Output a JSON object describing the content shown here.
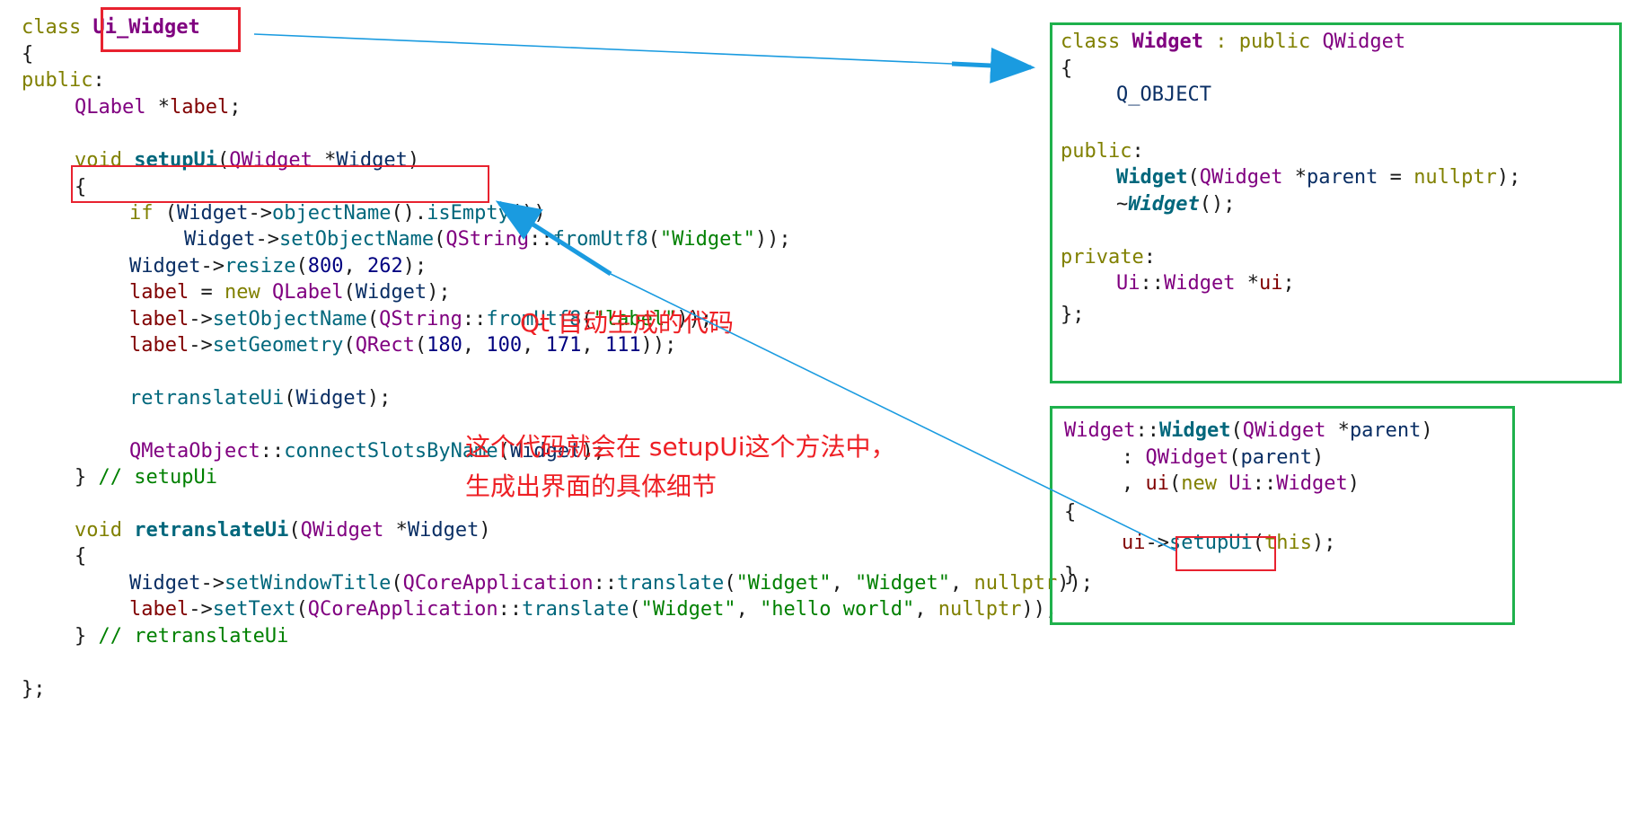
{
  "left_code": {
    "l1": {
      "kw": "class ",
      "cls": "Ui_Widget"
    },
    "l2": {
      "plain": "{"
    },
    "l3": {
      "kw": "public",
      "plain": ":"
    },
    "l4": {
      "ty": "QLabel",
      "plain1": " *",
      "mem": "label",
      "plain2": ";"
    },
    "l6": {
      "kw": "void ",
      "bfn": "setupUi",
      "p1": "(",
      "ty": "QWidget",
      "p2": " *",
      "var": "Widget",
      "p3": ")"
    },
    "l7": {
      "plain": "{"
    },
    "l8": {
      "kw": "if",
      "p1": " (",
      "var": "Widget",
      "p2": "->",
      "fn1": "objectName",
      "p3": "().",
      "fn2": "isEmpty",
      "p4": "())"
    },
    "l9": {
      "var": "Widget",
      "p1": "->",
      "fn": "setObjectName",
      "p2": "(",
      "ty": "QString",
      "p3": "::",
      "fn2": "fromUtf8",
      "p4": "(",
      "str": "\"Widget\"",
      "p5": "));"
    },
    "l10": {
      "var": "Widget",
      "p1": "->",
      "fn": "resize",
      "p2": "(",
      "n1": "800",
      "p3": ", ",
      "n2": "262",
      "p4": ");"
    },
    "l11": {
      "mem": "label",
      "p1": " = ",
      "kw": "new ",
      "ty": "QLabel",
      "p2": "(",
      "var": "Widget",
      "p3": ");"
    },
    "l12": {
      "mem": "label",
      "p1": "->",
      "fn": "setObjectName",
      "p2": "(",
      "ty": "QString",
      "p3": "::",
      "fn2": "fromUtf8",
      "p4": "(",
      "str": "\"label\"",
      "p5": "));"
    },
    "l13": {
      "mem": "label",
      "p1": "->",
      "fn": "setGeometry",
      "p2": "(",
      "ty": "QRect",
      "p3": "(",
      "n1": "180",
      "c1": ", ",
      "n2": "100",
      "c2": ", ",
      "n3": "171",
      "c3": ", ",
      "n4": "111",
      "p4": "));"
    },
    "l15": {
      "fn": "retranslateUi",
      "p1": "(",
      "var": "Widget",
      "p2": ");"
    },
    "l17": {
      "ty": "QMetaObject",
      "p1": "::",
      "fn": "connectSlotsByName",
      "p2": "(",
      "var": "Widget",
      "p3": ");"
    },
    "l18": {
      "plain": "} ",
      "cm": "// setupUi"
    },
    "l20": {
      "kw": "void ",
      "bfn": "retranslateUi",
      "p1": "(",
      "ty": "QWidget",
      "p2": " *",
      "var": "Widget",
      "p3": ")"
    },
    "l21": {
      "plain": "{"
    },
    "l22": {
      "var": "Widget",
      "p1": "->",
      "fn": "setWindowTitle",
      "p2": "(",
      "ty": "QCoreApplication",
      "p3": "::",
      "fn2": "translate",
      "p4": "(",
      "s1": "\"Widget\"",
      "c1": ", ",
      "s2": "\"Widget\"",
      "c2": ", ",
      "kw": "nullptr",
      "p5": "));"
    },
    "l23": {
      "mem": "label",
      "p1": "->",
      "fn": "setText",
      "p2": "(",
      "ty": "QCoreApplication",
      "p3": "::",
      "fn2": "translate",
      "p4": "(",
      "s1": "\"Widget\"",
      "c1": ", ",
      "s2": "\"hello world\"",
      "c2": ", ",
      "kw": "nullptr",
      "p5": "));"
    },
    "l24": {
      "plain": "} ",
      "cm": "// retranslateUi"
    },
    "l26": {
      "plain": "};"
    }
  },
  "right_code_1": {
    "l1": {
      "kw1": "class ",
      "cls": "Widget",
      "p1": " : ",
      "kw2": "public ",
      "ty": "QWidget"
    },
    "l2": {
      "plain": "{"
    },
    "l3": {
      "var": "Q_OBJECT"
    },
    "l5": {
      "kw": "public",
      "plain": ":"
    },
    "l6": {
      "bfn": "Widget",
      "p1": "(",
      "ty": "QWidget",
      "p2": " *",
      "var": "parent",
      "p3": " = ",
      "kw": "nullptr",
      "p4": ");"
    },
    "l7": {
      "p1": "~",
      "itf": "Widget",
      "p2": "();"
    },
    "l9": {
      "kw": "private",
      "plain": ":"
    },
    "l10": {
      "ty1": "Ui",
      "p1": "::",
      "ty2": "Widget",
      "p2": " *",
      "mem": "ui",
      "p3": ";"
    },
    "l11": {
      "plain": "};"
    }
  },
  "right_code_2": {
    "l1": {
      "ty1": "Widget",
      "p1": "::",
      "bfn": "Widget",
      "p2": "(",
      "ty2": "QWidget",
      "p3": " *",
      "var": "parent",
      "p4": ")"
    },
    "l2": {
      "p1": ": ",
      "ty": "QWidget",
      "p2": "(",
      "var": "parent",
      "p3": ")"
    },
    "l3": {
      "p1": ", ",
      "mem": "ui",
      "p2": "(",
      "kw": "new ",
      "ty1": "Ui",
      "p3": "::",
      "ty2": "Widget",
      "p4": ")"
    },
    "l4": {
      "plain": "{"
    },
    "l5": {
      "mem": "ui",
      "p1": "->",
      "fn": "setupUi",
      "p2": "(",
      "kw": "this",
      "p3": ");"
    },
    "l6": {
      "plain": "}"
    }
  },
  "annotations": {
    "auto_generated": "Qt 自动生成的代码",
    "explain_line1": "这个代码就会在 setupUi这个方法中，",
    "explain_line2": "生成出界面的具体细节"
  },
  "colors": {
    "keyword": "#808000",
    "type": "#800080",
    "function": "#00677c",
    "variable": "#092e64",
    "member": "#800000",
    "number": "#000080",
    "string": "#008000",
    "comment": "#008000",
    "annotation_red": "#ee2025",
    "box_green": "#1fb14c",
    "box_red": "#e8222f",
    "arrow_blue": "#1a9be0"
  }
}
